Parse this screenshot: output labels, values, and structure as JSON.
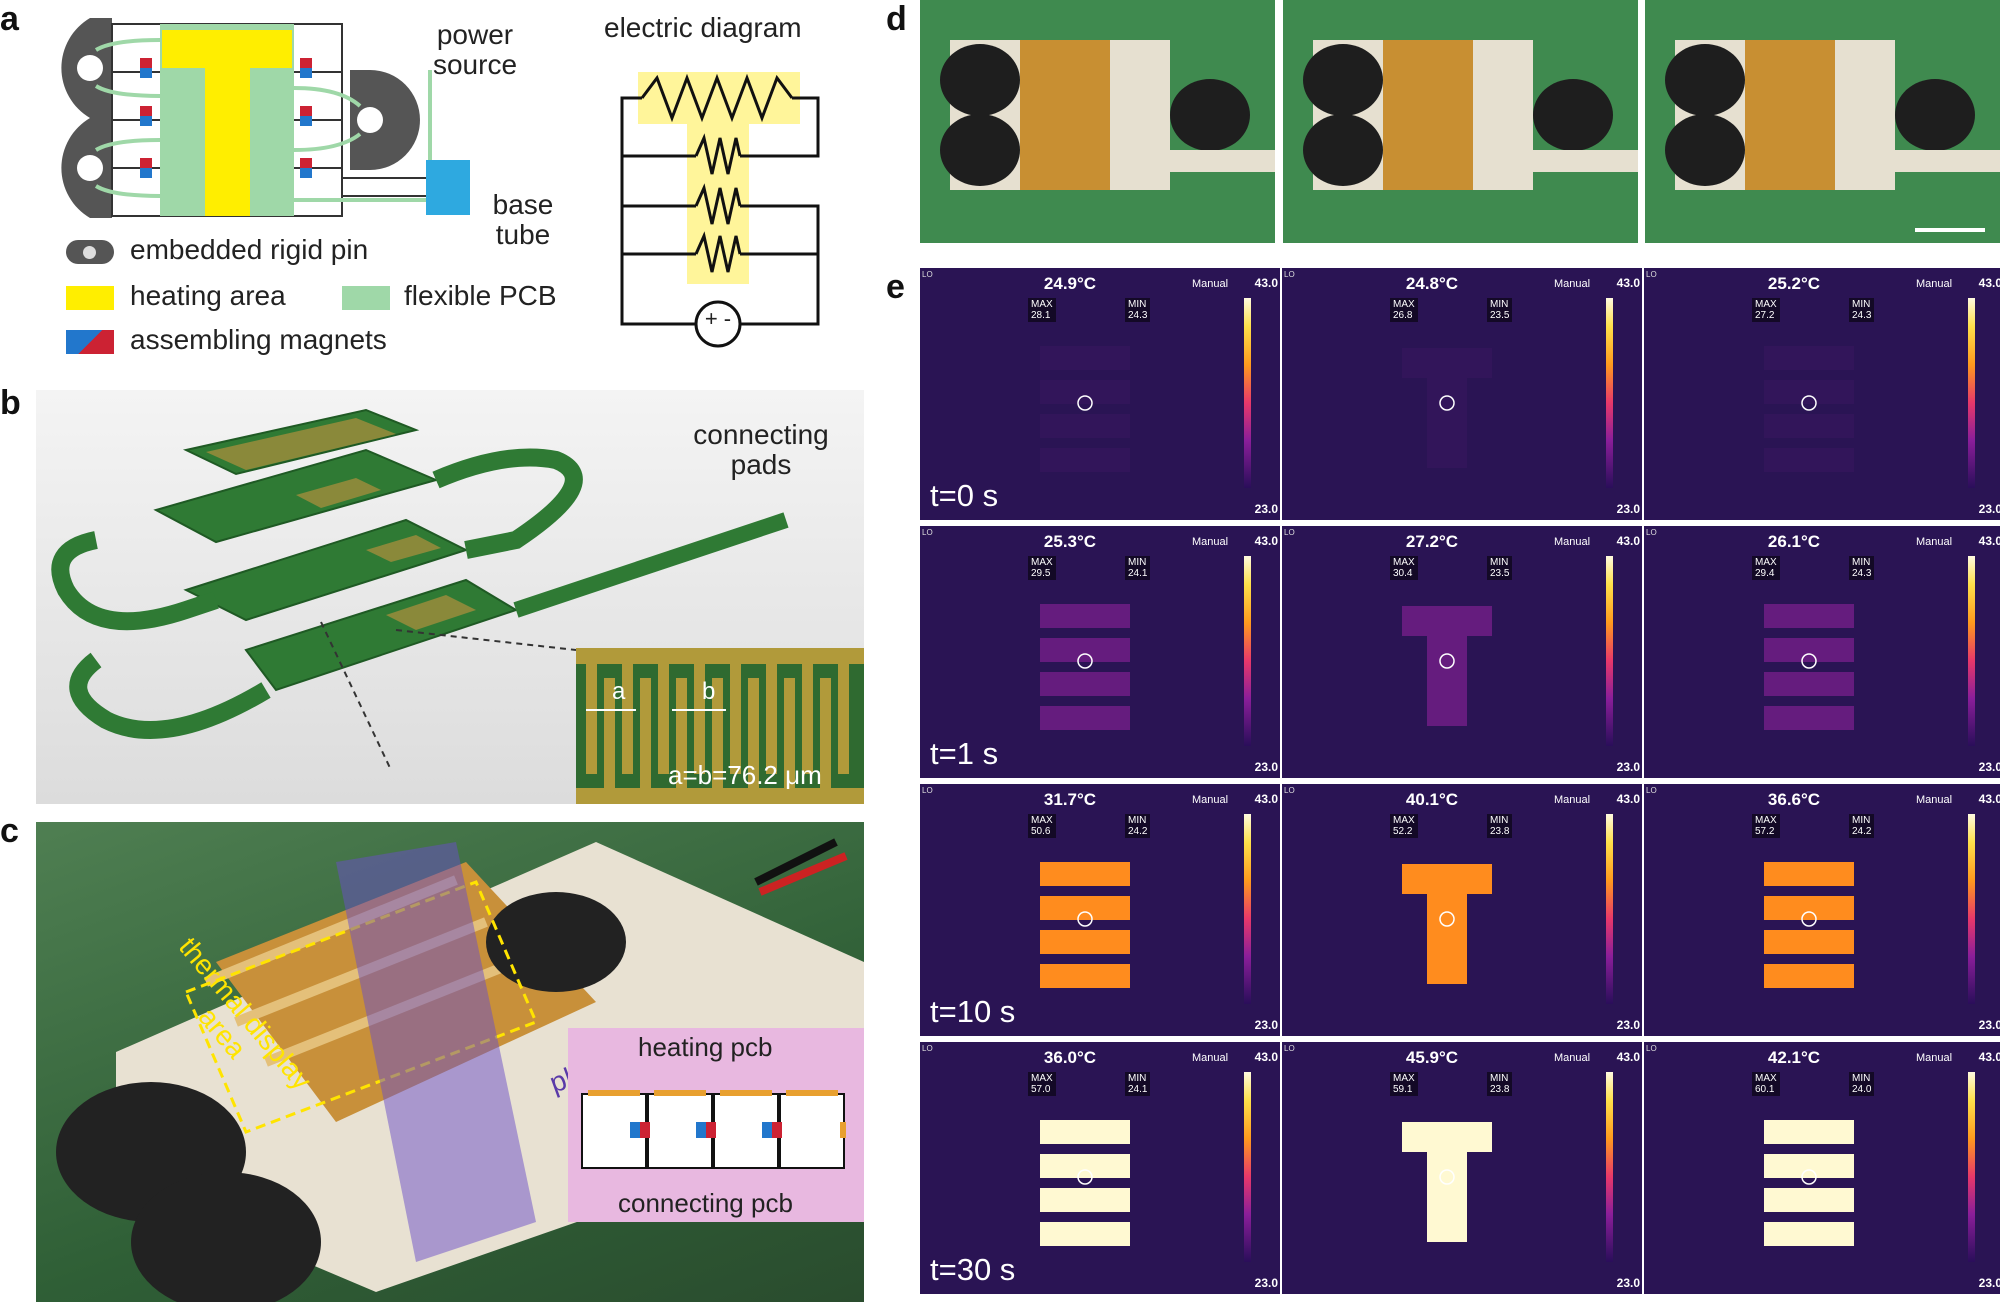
{
  "panel_letters": {
    "a": "a",
    "b": "b",
    "c": "c",
    "d": "d",
    "e": "e"
  },
  "panel_a": {
    "power_source": "power\nsource",
    "electric_diagram": "electric diagram",
    "base_tube": "base\ntube",
    "legend": [
      {
        "label": "embedded rigid pin",
        "color": "#555555"
      },
      {
        "label": "heating area",
        "color": "#ffee00"
      },
      {
        "label": "flexible PCB",
        "color": "#9fd8a8"
      },
      {
        "label": "assembling magnets",
        "color": "#cc2233"
      }
    ],
    "source_symbol": "+ -"
  },
  "panel_b": {
    "connecting_pads": "connecting\npads",
    "dim_a": "a",
    "dim_b": "b",
    "equation": "a=b=76.2 μm"
  },
  "panel_c": {
    "thermal_display_area": "thermal display\narea",
    "plane_d": "plane D",
    "heating_pcb": "heating pcb",
    "connecting_pcb": "connecting pcb"
  },
  "panel_e": {
    "time_labels": [
      "t=0 s",
      "t=1 s",
      "t=10 s",
      "t=30 s"
    ],
    "scale_max": "43.0",
    "scale_min": "23.0",
    "mode": "Manual",
    "max_label": "MAX",
    "min_label": "MIN",
    "lo_tag": "LO",
    "rows": [
      [
        {
          "temp": "24.9°C",
          "max": "28.1",
          "min": "24.3"
        },
        {
          "temp": "24.8°C",
          "max": "26.8",
          "min": "23.5"
        },
        {
          "temp": "25.2°C",
          "max": "27.2",
          "min": "24.3"
        }
      ],
      [
        {
          "temp": "25.3°C",
          "max": "29.5",
          "min": "24.1"
        },
        {
          "temp": "27.2°C",
          "max": "30.4",
          "min": "23.5"
        },
        {
          "temp": "26.1°C",
          "max": "29.4",
          "min": "24.3"
        }
      ],
      [
        {
          "temp": "31.7°C",
          "max": "50.6",
          "min": "24.2"
        },
        {
          "temp": "40.1°C",
          "max": "52.2",
          "min": "23.8"
        },
        {
          "temp": "36.6°C",
          "max": "57.2",
          "min": "24.2"
        }
      ],
      [
        {
          "temp": "36.0°C",
          "max": "57.0",
          "min": "24.1"
        },
        {
          "temp": "45.9°C",
          "max": "59.1",
          "min": "23.8"
        },
        {
          "temp": "42.1°C",
          "max": "60.1",
          "min": "24.0"
        }
      ]
    ],
    "heat_levels": [
      0.02,
      0.15,
      0.6,
      0.95
    ]
  }
}
